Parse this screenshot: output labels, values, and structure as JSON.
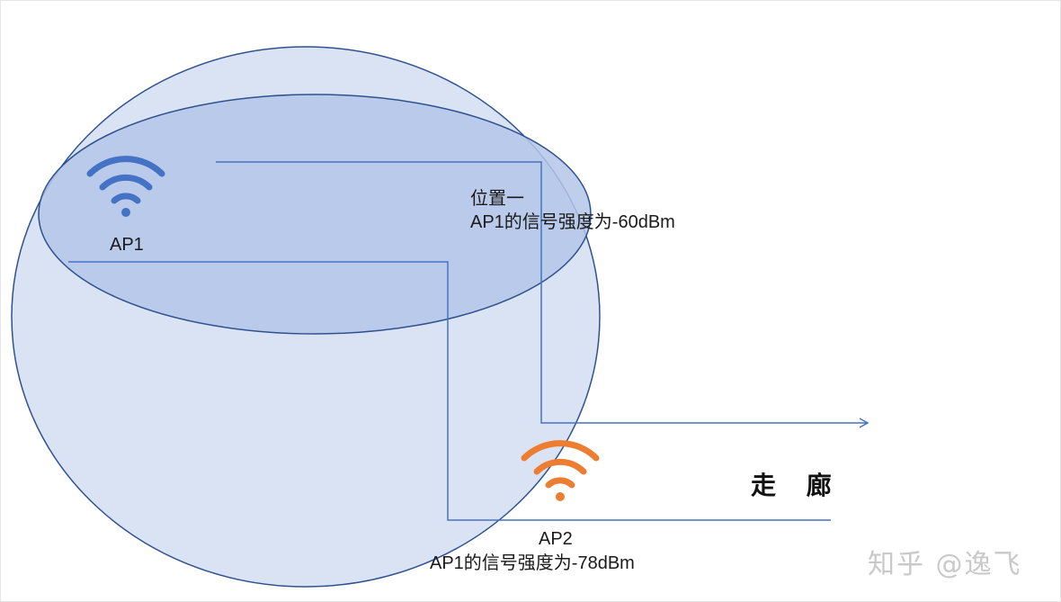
{
  "labels": {
    "ap1": "AP1",
    "ap2": "AP2",
    "position_one_title": "位置一",
    "position_one_signal": "AP1的信号强度为-60dBm",
    "position_two_signal": "AP1的信号强度为-78dBm",
    "corridor": "走 廊"
  },
  "watermark": "知乎 @逸飞",
  "icons": {
    "ap1": "wifi-icon",
    "ap2": "wifi-icon"
  },
  "colors": {
    "coverage_fill": "#dae3f4",
    "overlap_fill": "#b4c6e7",
    "outline": "#2f528f",
    "path_line": "#4472c4",
    "ap1_wifi": "#4472c4",
    "ap2_wifi": "#ed7d31"
  }
}
